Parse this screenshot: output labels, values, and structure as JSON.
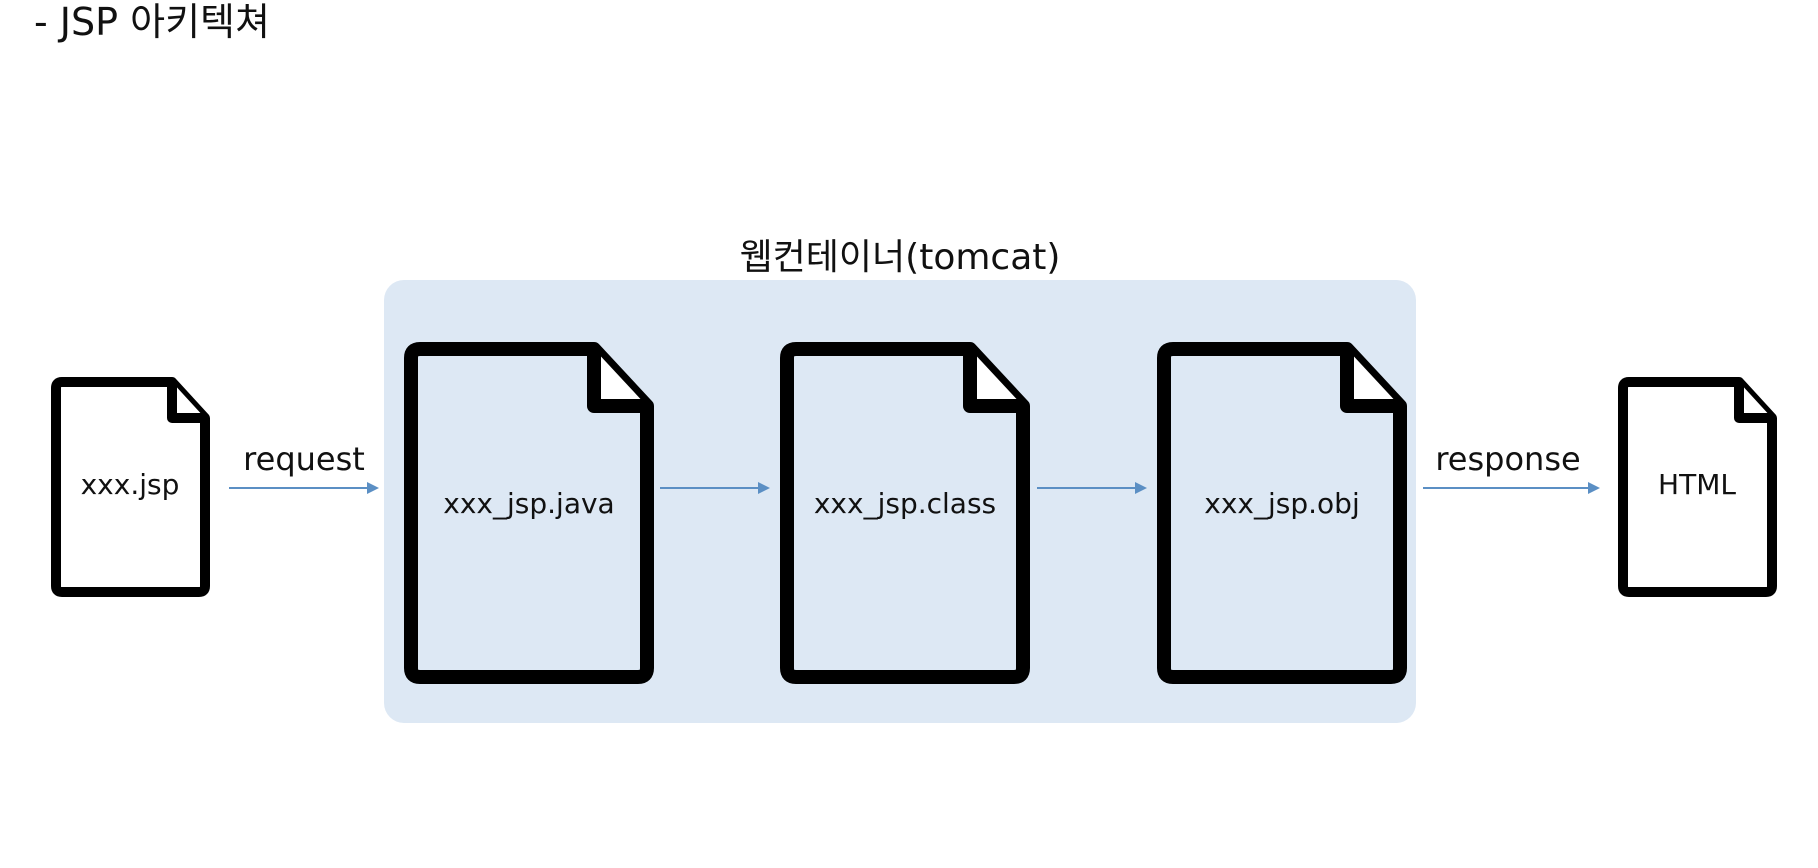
{
  "title": "- JSP 아키텍쳐",
  "container": {
    "label": "웹컨테이너(tomcat)",
    "fill_color": "#dde8f4"
  },
  "documents": [
    {
      "id": "source",
      "label": "xxx.jsp"
    },
    {
      "id": "java",
      "label": "xxx_jsp.java"
    },
    {
      "id": "class",
      "label": "xxx_jsp.class"
    },
    {
      "id": "obj",
      "label": "xxx_jsp.obj"
    },
    {
      "id": "output",
      "label": "HTML"
    }
  ],
  "arrows": [
    {
      "label": "request"
    },
    {
      "label": ""
    },
    {
      "label": ""
    },
    {
      "label": "response"
    }
  ],
  "colors": {
    "arrow": "#5b8fc4",
    "doc_outline": "#000000",
    "doc_fill": "#ffffff"
  },
  "icons": {
    "document": "document-icon"
  }
}
